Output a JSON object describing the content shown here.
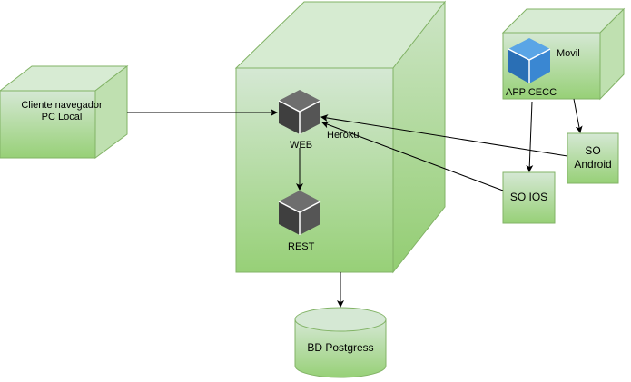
{
  "nodes": {
    "client": {
      "line1": "Cliente navegador",
      "line2": "PC Local"
    },
    "heroku": {
      "label": "Heroku"
    },
    "web": {
      "label": "WEB"
    },
    "rest": {
      "label": "REST"
    },
    "movil": {
      "label": "Movil"
    },
    "app": {
      "label": "APP CECC"
    },
    "android": {
      "line1": "SO",
      "line2": "Android"
    },
    "ios": {
      "label": "SO IOS"
    },
    "db": {
      "label": "BD Postgress"
    }
  },
  "colors": {
    "box_fill_light": "#d5e8d4",
    "box_fill_dark": "#97d077",
    "box_stroke": "#82b366",
    "cube_dark": "#505050",
    "cube_blue": "#2f7fcc",
    "edge": "#000000"
  },
  "icons": [
    "cube-icon",
    "blue-cube-icon",
    "database-icon"
  ],
  "edges": [
    {
      "from": "client",
      "to": "web"
    },
    {
      "from": "web",
      "to": "rest"
    },
    {
      "from": "android",
      "to": "web"
    },
    {
      "from": "ios",
      "to": "web"
    },
    {
      "from": "app",
      "to": "android"
    },
    {
      "from": "app",
      "to": "ios"
    },
    {
      "from": "heroku",
      "to": "db"
    }
  ]
}
